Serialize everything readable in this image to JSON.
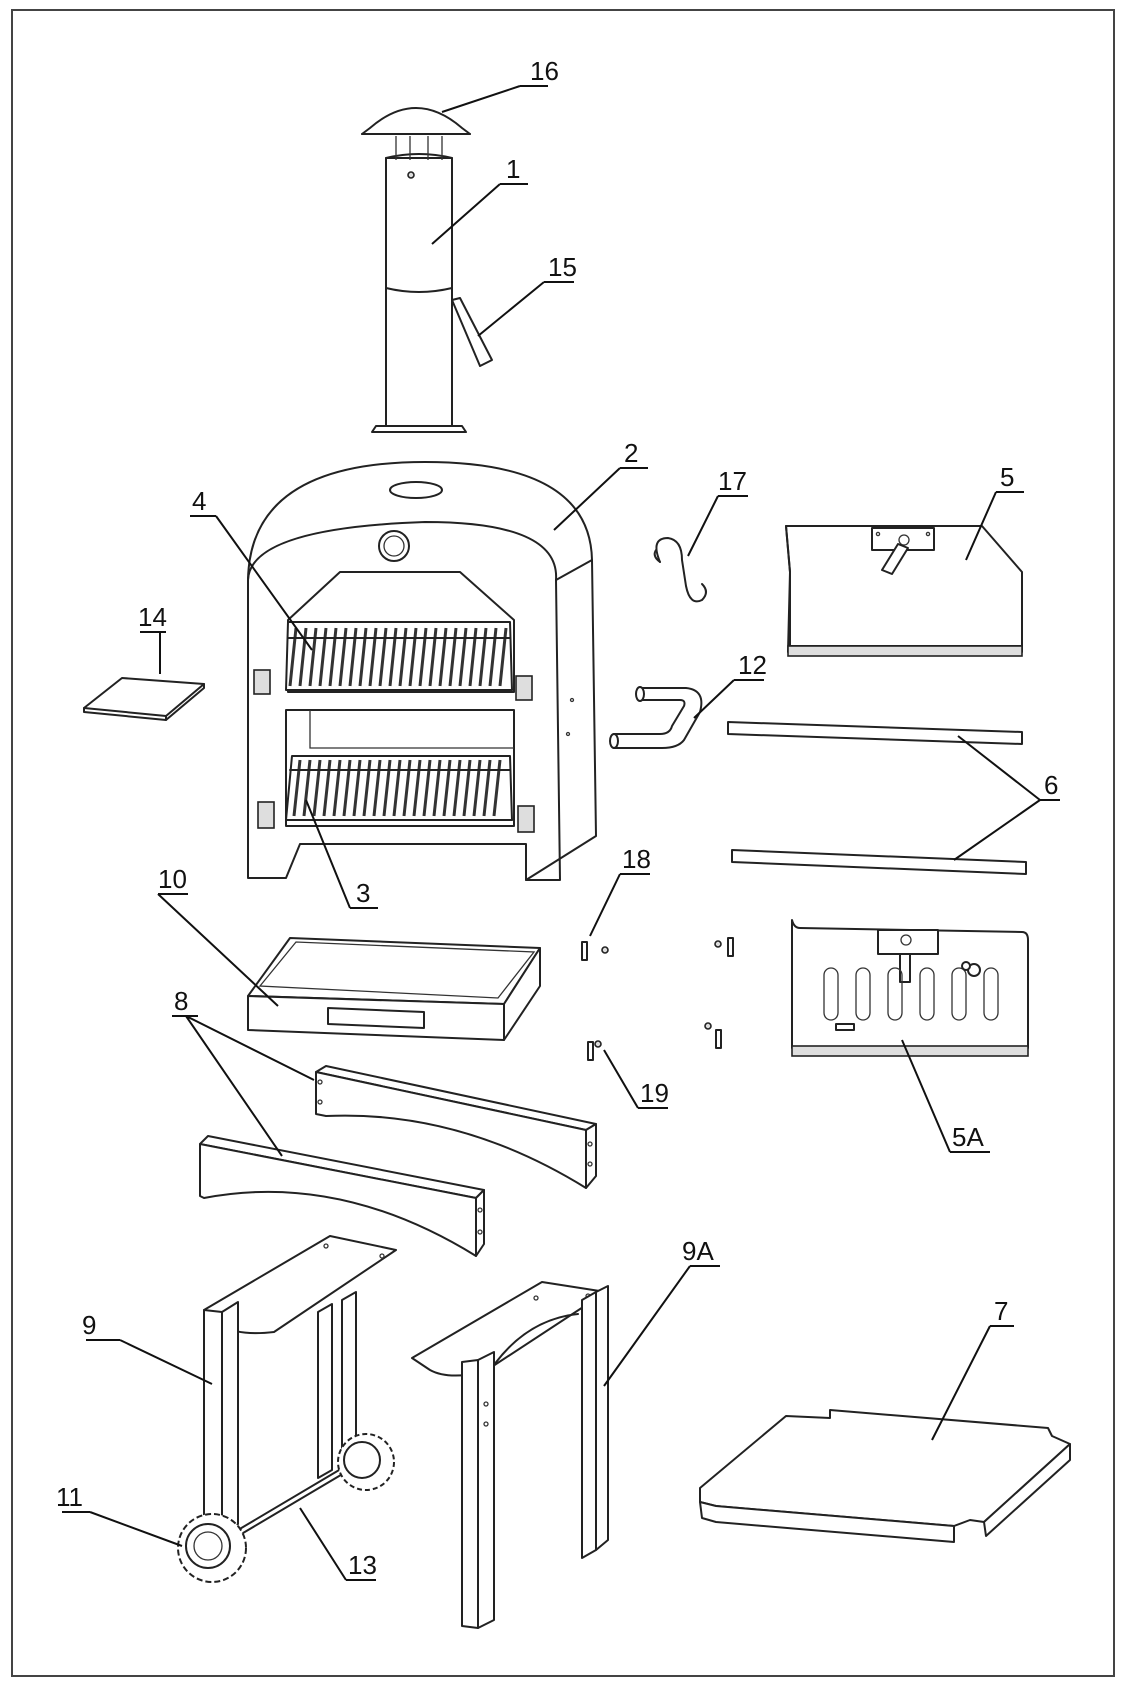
{
  "callouts": {
    "p1": "1",
    "p2": "2",
    "p3": "3",
    "p4": "4",
    "p5": "5",
    "p5a": "5A",
    "p6": "6",
    "p7": "7",
    "p8": "8",
    "p9": "9",
    "p9a": "9A",
    "p10": "10",
    "p11": "11",
    "p12": "12",
    "p13": "13",
    "p14": "14",
    "p15": "15",
    "p16": "16",
    "p17": "17",
    "p18": "18",
    "p19": "19"
  },
  "colors": {
    "line": "#222222",
    "background": "#ffffff",
    "shade": "#dedede"
  }
}
